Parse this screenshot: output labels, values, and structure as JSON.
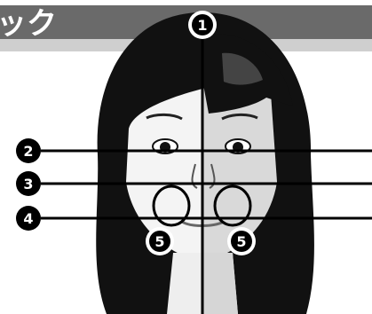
{
  "header": {
    "title": "ック",
    "bg_color": "#6a6a6a",
    "text_color": "#ffffff"
  },
  "labels": {
    "center_line": "1",
    "eye_line": "2",
    "nose_line": "3",
    "mouth_line": "4",
    "left_cheek": "5",
    "right_cheek": "5"
  },
  "colors": {
    "hair": "#111111",
    "skin_left": "#f3f3f3",
    "skin_right": "#dcdcdc",
    "line": "#000000",
    "badge": "#000000",
    "badge_text": "#ffffff"
  }
}
